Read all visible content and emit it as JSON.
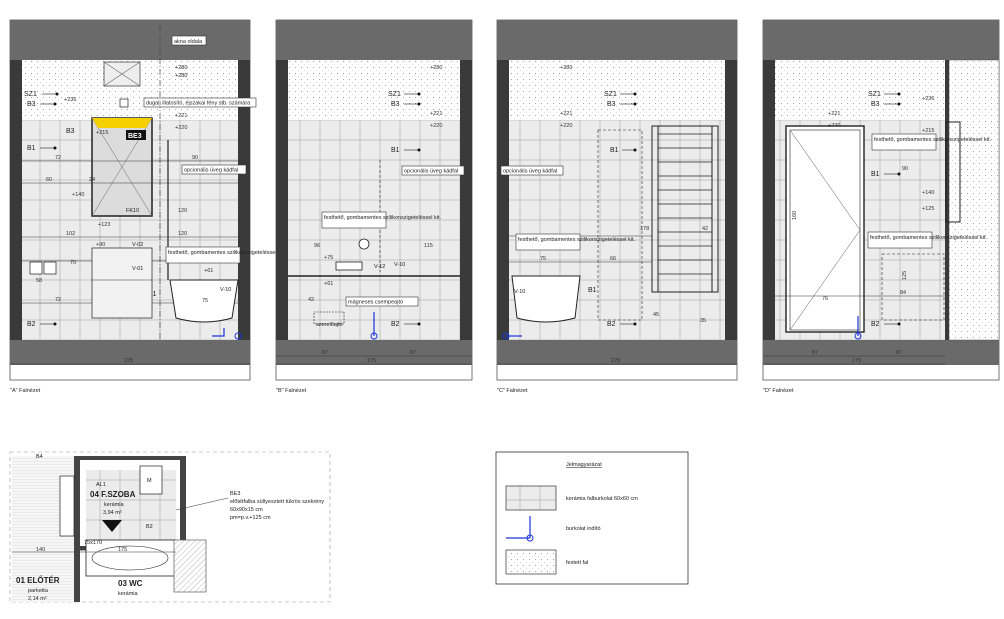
{
  "elevations": [
    {
      "caption": "\"A\" Falnézet",
      "labels": {
        "akna": "akna oldala",
        "sz1": "SZ1",
        "b3": "B3",
        "b3b": "B3",
        "b1": "B1",
        "b2": "B2",
        "b1b": "B1",
        "be3": "BE3",
        "fk10": "FK10",
        "v02": "V-02",
        "v01": "V-01",
        "v10": "V-10",
        "dugalj": "dugalj illatosító, éjszakai fény stb. számára",
        "opcio": "opcionális üveg kádfal",
        "festheto": "festhető, gombamentes szilikonszigeteléssel kit."
      },
      "dims": {
        "d280": "+280",
        "d236": "+236",
        "d221": "+221",
        "d220": "+220",
        "d215": "+215",
        "d72a": "72",
        "d90": "90",
        "d60": "60",
        "d24": "24",
        "d140": "+140",
        "d102": "102",
        "d120a": "120",
        "d120b": "120",
        "d123": "+123",
        "d90b": "+90",
        "d70": "70",
        "d58": "58",
        "d72b": "72",
        "d75": "75",
        "d61": "+61",
        "d1": "1¹",
        "total": "225"
      }
    },
    {
      "caption": "\"B\" Falnézet",
      "labels": {
        "sz1": "SZ1",
        "b3": "B3",
        "b1": "B1",
        "b2": "B2",
        "opcio": "opcionális üveg kádfal",
        "festheto": "festhető, gombamentes szilikonszigeteléssel kit.",
        "v12": "V-12",
        "v10": "V-10",
        "magnes": "mágneses csempeajtó",
        "szerelo": "szerelőajtó"
      },
      "dims": {
        "d280": "+280",
        "d221": "+221",
        "d220": "+220",
        "d75": "+75",
        "d61": "+61",
        "d42": "42",
        "d115": "115",
        "d96": "96",
        "d87a": "87",
        "d87b": "87",
        "total": "175"
      }
    },
    {
      "caption": "\"C\" Falnézet",
      "labels": {
        "sz1": "SZ1",
        "b3": "B3",
        "b1": "B1",
        "b1b": "B1",
        "b2": "B2",
        "v10": "V-10",
        "opcio": "opcionális üveg kádfal",
        "festheto": "festhető, gombamentes szilikonszigeteléssel kit."
      },
      "dims": {
        "d280": "+280",
        "d221": "+221",
        "d220": "+220",
        "d178": "178",
        "d75": "75",
        "d66": "66",
        "d45": "45",
        "d35": "35",
        "d42": "42",
        "total": "225"
      }
    },
    {
      "caption": "\"D\" Falnézet",
      "labels": {
        "sz1": "SZ1",
        "b3": "B3",
        "b1": "B1",
        "b2": "B2",
        "festheto1": "festhető, gombamentes szilikonszigeteléssel kit.",
        "festheto2": "festhető, gombamentes szilikonszigeteléssel kit."
      },
      "dims": {
        "d236": "+236",
        "d221": "+221",
        "d220": "+220",
        "d215": "+215",
        "d140": "+140",
        "d125": "+125",
        "d160": "160",
        "d90": "90",
        "d76": "76",
        "d84": "84",
        "d125b": "125",
        "d87a": "87",
        "d87b": "87",
        "total": "175"
      }
    }
  ],
  "plan": {
    "room_fszoba": "04 F.SZOBA",
    "fszoba_floor": "kerámia",
    "fszoba_area": "3,94 m²",
    "room_eloter": "01 ELŐTÉR",
    "eloter_floor": "parketta",
    "eloter_area": "2,14 m²",
    "room_wc": "03 WC",
    "wc_floor": "kerámia",
    "al1": "AL1",
    "b4": "B4",
    "b2": "B2",
    "m": "M",
    "d140": "140",
    "d10": "10",
    "d175": "175",
    "d75x170": "75x170",
    "be3_title": "BE3",
    "be3_l1": "előtétfalba süllyesztett tükrös szekrény",
    "be3_l2": "60x90x15 cm",
    "be3_l3": "pm=p.v.+125 cm"
  },
  "legend": {
    "title": "Jelmagyarázat",
    "items": [
      {
        "label": "kerámia falburkolat 60x60 cm"
      },
      {
        "label": "burkolat indító"
      },
      {
        "label": "festett fal"
      }
    ]
  }
}
